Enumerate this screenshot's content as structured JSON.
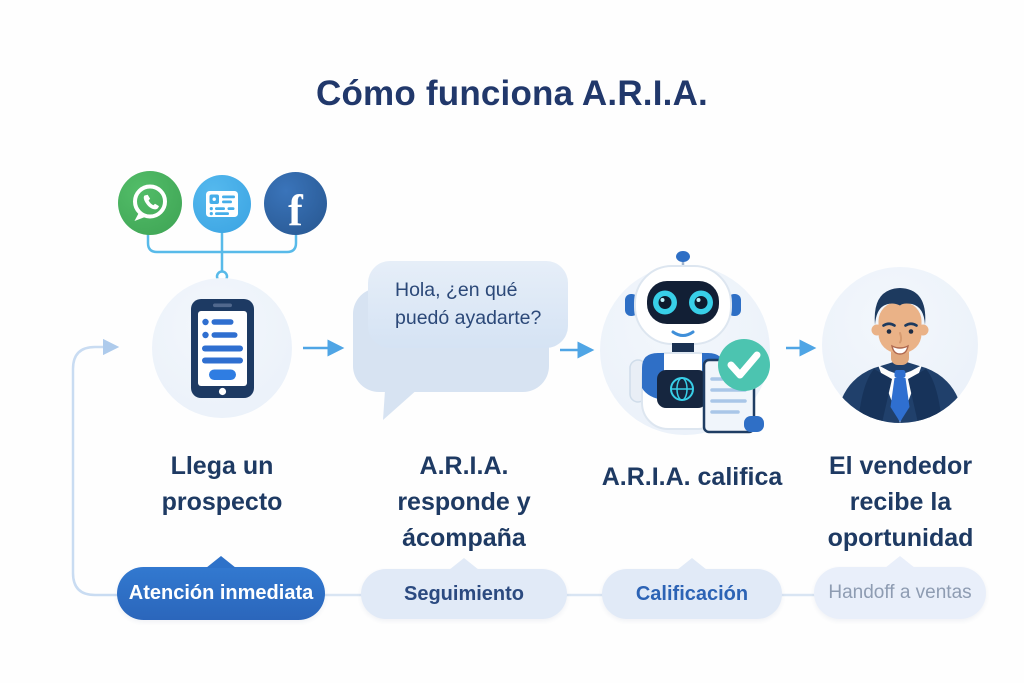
{
  "title": "Cómo funciona A.R.I.A.",
  "channels": {
    "items": [
      {
        "name": "whatsapp",
        "icon": "whatsapp-icon",
        "color": "#45b05c"
      },
      {
        "name": "web-form",
        "icon": "feed-icon",
        "color": "#45aee9"
      },
      {
        "name": "facebook",
        "icon": "facebook-icon",
        "color": "#2d63a8",
        "glyph": "f"
      }
    ]
  },
  "chat_bubble": {
    "line1": "Hola, ¿en qué",
    "line2": "puedó ayadarte?"
  },
  "steps": [
    {
      "label": "Llega un prospecto",
      "illustration": "smartphone"
    },
    {
      "label": "A.R.I.A. responde y ácompaña",
      "illustration": "chat-bubbles"
    },
    {
      "label": "A.R.I.A. califica",
      "illustration": "robot-with-checklist"
    },
    {
      "label": "El vendedor recibe la oportunidad",
      "illustration": "salesperson-avatar"
    }
  ],
  "pills": [
    {
      "label": "Atención inmediata",
      "variant": "solid-blue"
    },
    {
      "label": "Seguimiento",
      "variant": "light"
    },
    {
      "label": "Calificación",
      "variant": "light"
    },
    {
      "label": "Handoff a ventas",
      "variant": "muted"
    }
  ],
  "colors": {
    "background": "#fefefe",
    "title_text": "#21386b",
    "label_text": "#1e3a63",
    "whatsapp_green": "#45b05c",
    "feed_blue": "#45aee9",
    "facebook_blue": "#2d63a8",
    "arrow_blue": "#4fa5e5",
    "connector_blue": "#58bae9",
    "loop_line": "#c9dcf2",
    "bubble_front": "#dde9f6",
    "bubble_back": "#d7e3f2",
    "bubble_text": "#2b4878",
    "pill_solid": "#2e72c9",
    "pill_light_bg": "#e1eaf7",
    "pill_light_text": "#2b4a80",
    "pill_calificacion_text": "#2c63b5",
    "pill_muted_bg": "#e9effa",
    "pill_muted_text": "#8e9cb2",
    "check_green": "#4cc4b0",
    "phone_navy": "#1d3a63",
    "screen_blue": "#2f6fd0"
  }
}
